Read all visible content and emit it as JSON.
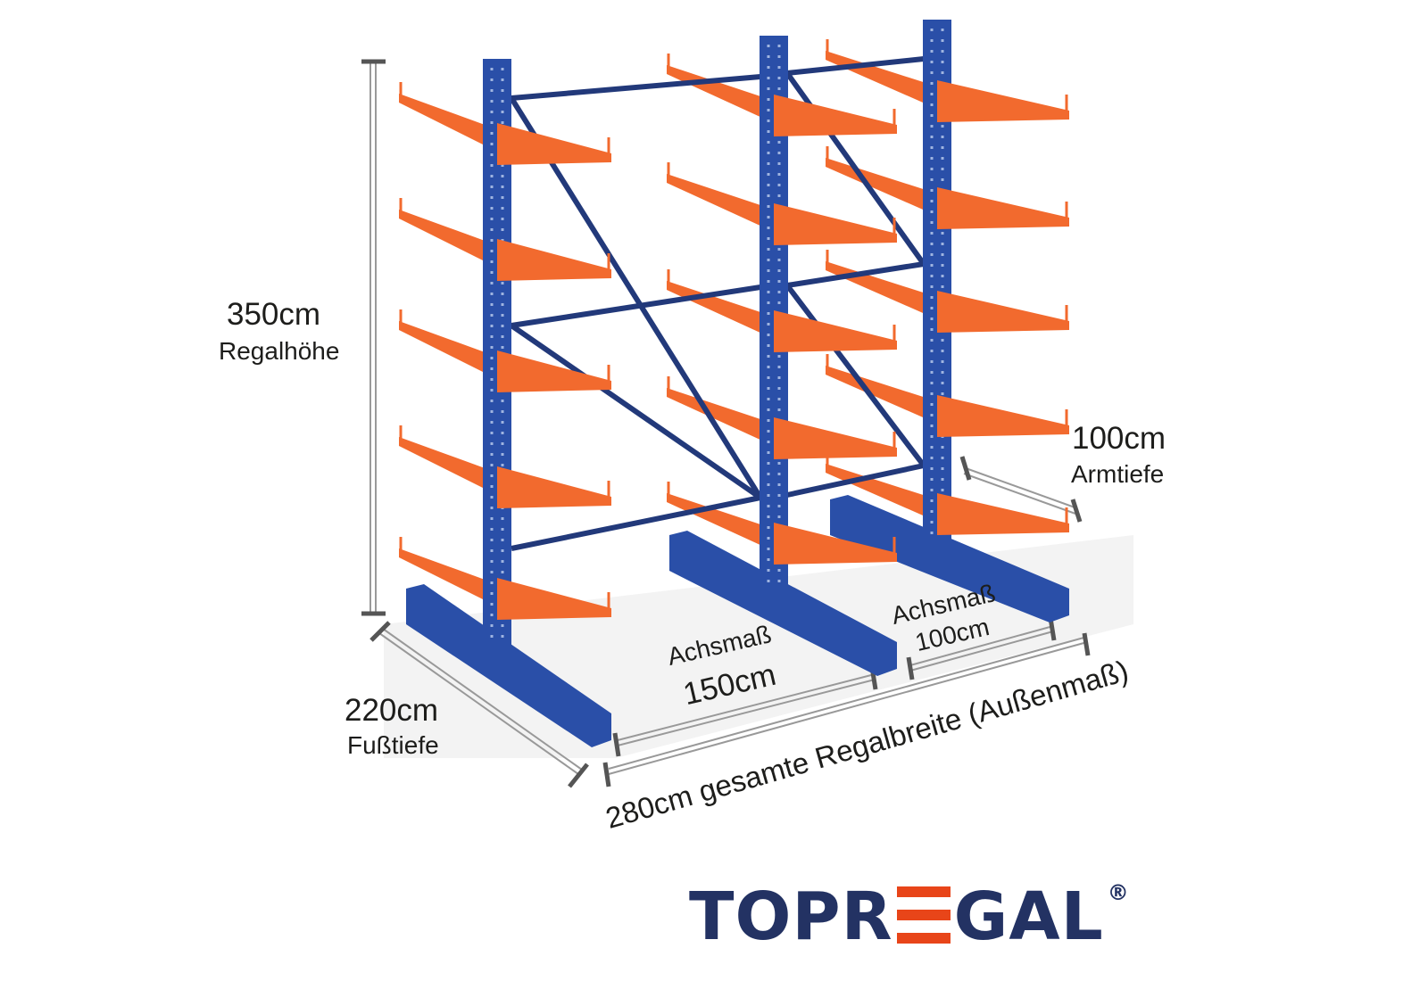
{
  "dimensions": {
    "height": {
      "value": "350cm",
      "label": "Regalhöhe"
    },
    "foot_depth": {
      "value": "220cm",
      "label": "Fußtiefe"
    },
    "arm_depth": {
      "value": "100cm",
      "label": "Armtiefe"
    },
    "axis_1": {
      "label": "Achsmaß",
      "value": "150cm"
    },
    "axis_2": {
      "label": "Achsmaß",
      "value": "100cm"
    },
    "total_width": "280cm gesamte Regalbreite (Außenmaß)"
  },
  "logo": {
    "text": "TOPREGAL",
    "mark": "®"
  },
  "colors": {
    "column": "#2a4fa8",
    "arm": "#f26a2e",
    "brace": "#22397a",
    "logo": "#233263",
    "logo_accent": "#e84519"
  }
}
